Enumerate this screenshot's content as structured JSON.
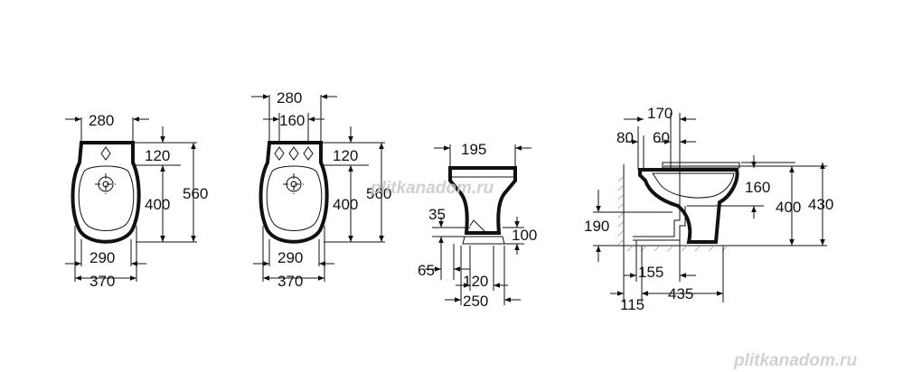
{
  "views": {
    "top_view_1": {
      "w_top": "280",
      "h_back": "120",
      "h_mid": "400",
      "h_total": "560",
      "w_base": "290",
      "w_total": "370"
    },
    "top_view_3hole": {
      "w_top": "280",
      "w_holes": "160",
      "h_back": "120",
      "h_mid": "400",
      "h_total": "560",
      "w_base": "290",
      "w_total": "370"
    },
    "front_view": {
      "w_top": "195",
      "h_drain": "35",
      "h_floor": "100",
      "h_trap": "65",
      "w_fix": "120",
      "w_foot": "250"
    },
    "side_view": {
      "w_back": "80",
      "w_top": "170",
      "w_mid": "60",
      "h_rim": "160",
      "h_seat": "400",
      "h_total": "430",
      "h_outlet": "190",
      "w_outlet": "155",
      "w_offset": "115",
      "w_depth": "435"
    }
  },
  "watermarks": {
    "center": "plitkanadom.ru",
    "corner": "plitkanadom.ru"
  }
}
